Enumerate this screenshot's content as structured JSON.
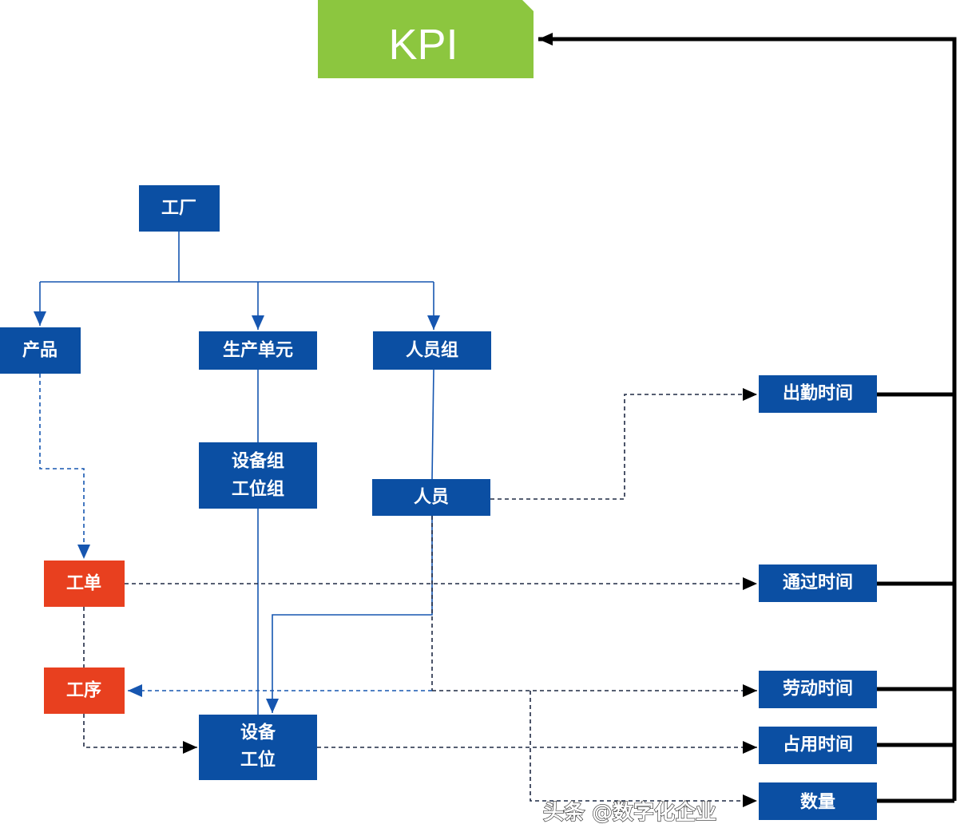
{
  "colors": {
    "kpi": "#8cc63f",
    "blue_node": "#0b4fa3",
    "red_node": "#e8401f",
    "connector_blue": "#1656b0",
    "connector_black": "#000000"
  },
  "kpi": {
    "label": "KPI"
  },
  "nodes": {
    "factory": "工厂",
    "product": "产品",
    "production_unit": "生产单元",
    "staff_group": "人员组",
    "equipment_group_line1": "设备组",
    "equipment_group_line2": "工位组",
    "staff": "人员",
    "work_order": "工单",
    "operation": "工序",
    "equipment_line1": "设备",
    "equipment_line2": "工位",
    "attendance_time": "出勤时间",
    "pass_time": "通过时间",
    "labor_time": "劳动时间",
    "occupied_time": "占用时间",
    "quantity": "数量"
  },
  "watermark": "头条 @数字化企业"
}
